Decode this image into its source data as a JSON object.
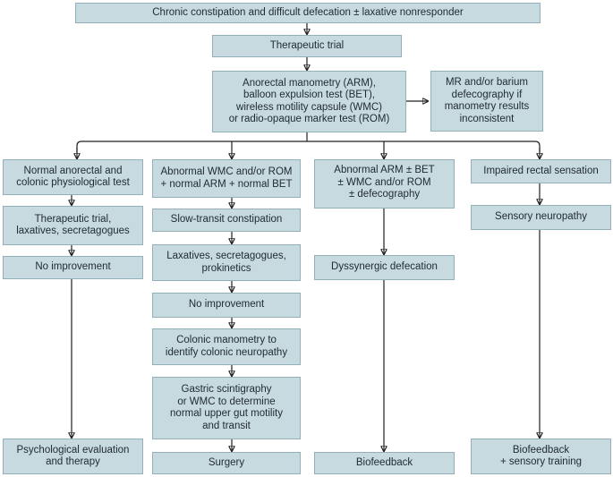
{
  "diagram": {
    "nodes": {
      "start": "Chronic constipation and difficult defecation ± laxative nonresponder",
      "trial": "Therapeutic trial",
      "tests": "Anorectal manometry (ARM),\nballoon expulsion test (BET),\nwireless motility capsule (WMC)\nor radio-opaque marker test (ROM)",
      "defecography": "MR and/or barium\ndefecography if\nmanometry results\ninconsistent",
      "b1_normal": "Normal anorectal and\ncolonic physiological test",
      "b1_trial": "Therapeutic trial,\nlaxatives, secretagogues",
      "b1_noimp": "No improvement",
      "b1_psych": "Psychological evaluation\nand therapy",
      "b2_abnormal": "Abnormal WMC and/or ROM\n+ normal ARM + normal BET",
      "b2_slow": "Slow-transit constipation",
      "b2_lax": "Laxatives, secretagogues,\nprokinetics",
      "b2_noimp": "No improvement",
      "b2_colonic": "Colonic manometry to\nidentify colonic neuropathy",
      "b2_gastric": "Gastric scintigraphy\nor WMC to determine\nnormal upper gut motility\nand transit",
      "b2_surgery": "Surgery",
      "b3_abnormal": "Abnormal ARM ± BET\n± WMC and/or ROM\n± defecography",
      "b3_dyss": "Dyssynergic defecation",
      "b3_bio": "Biofeedback",
      "b4_impaired": "Impaired rectal sensation",
      "b4_sensory": "Sensory neuropathy",
      "b4_bio": "Biofeedback\n+ sensory training"
    }
  }
}
